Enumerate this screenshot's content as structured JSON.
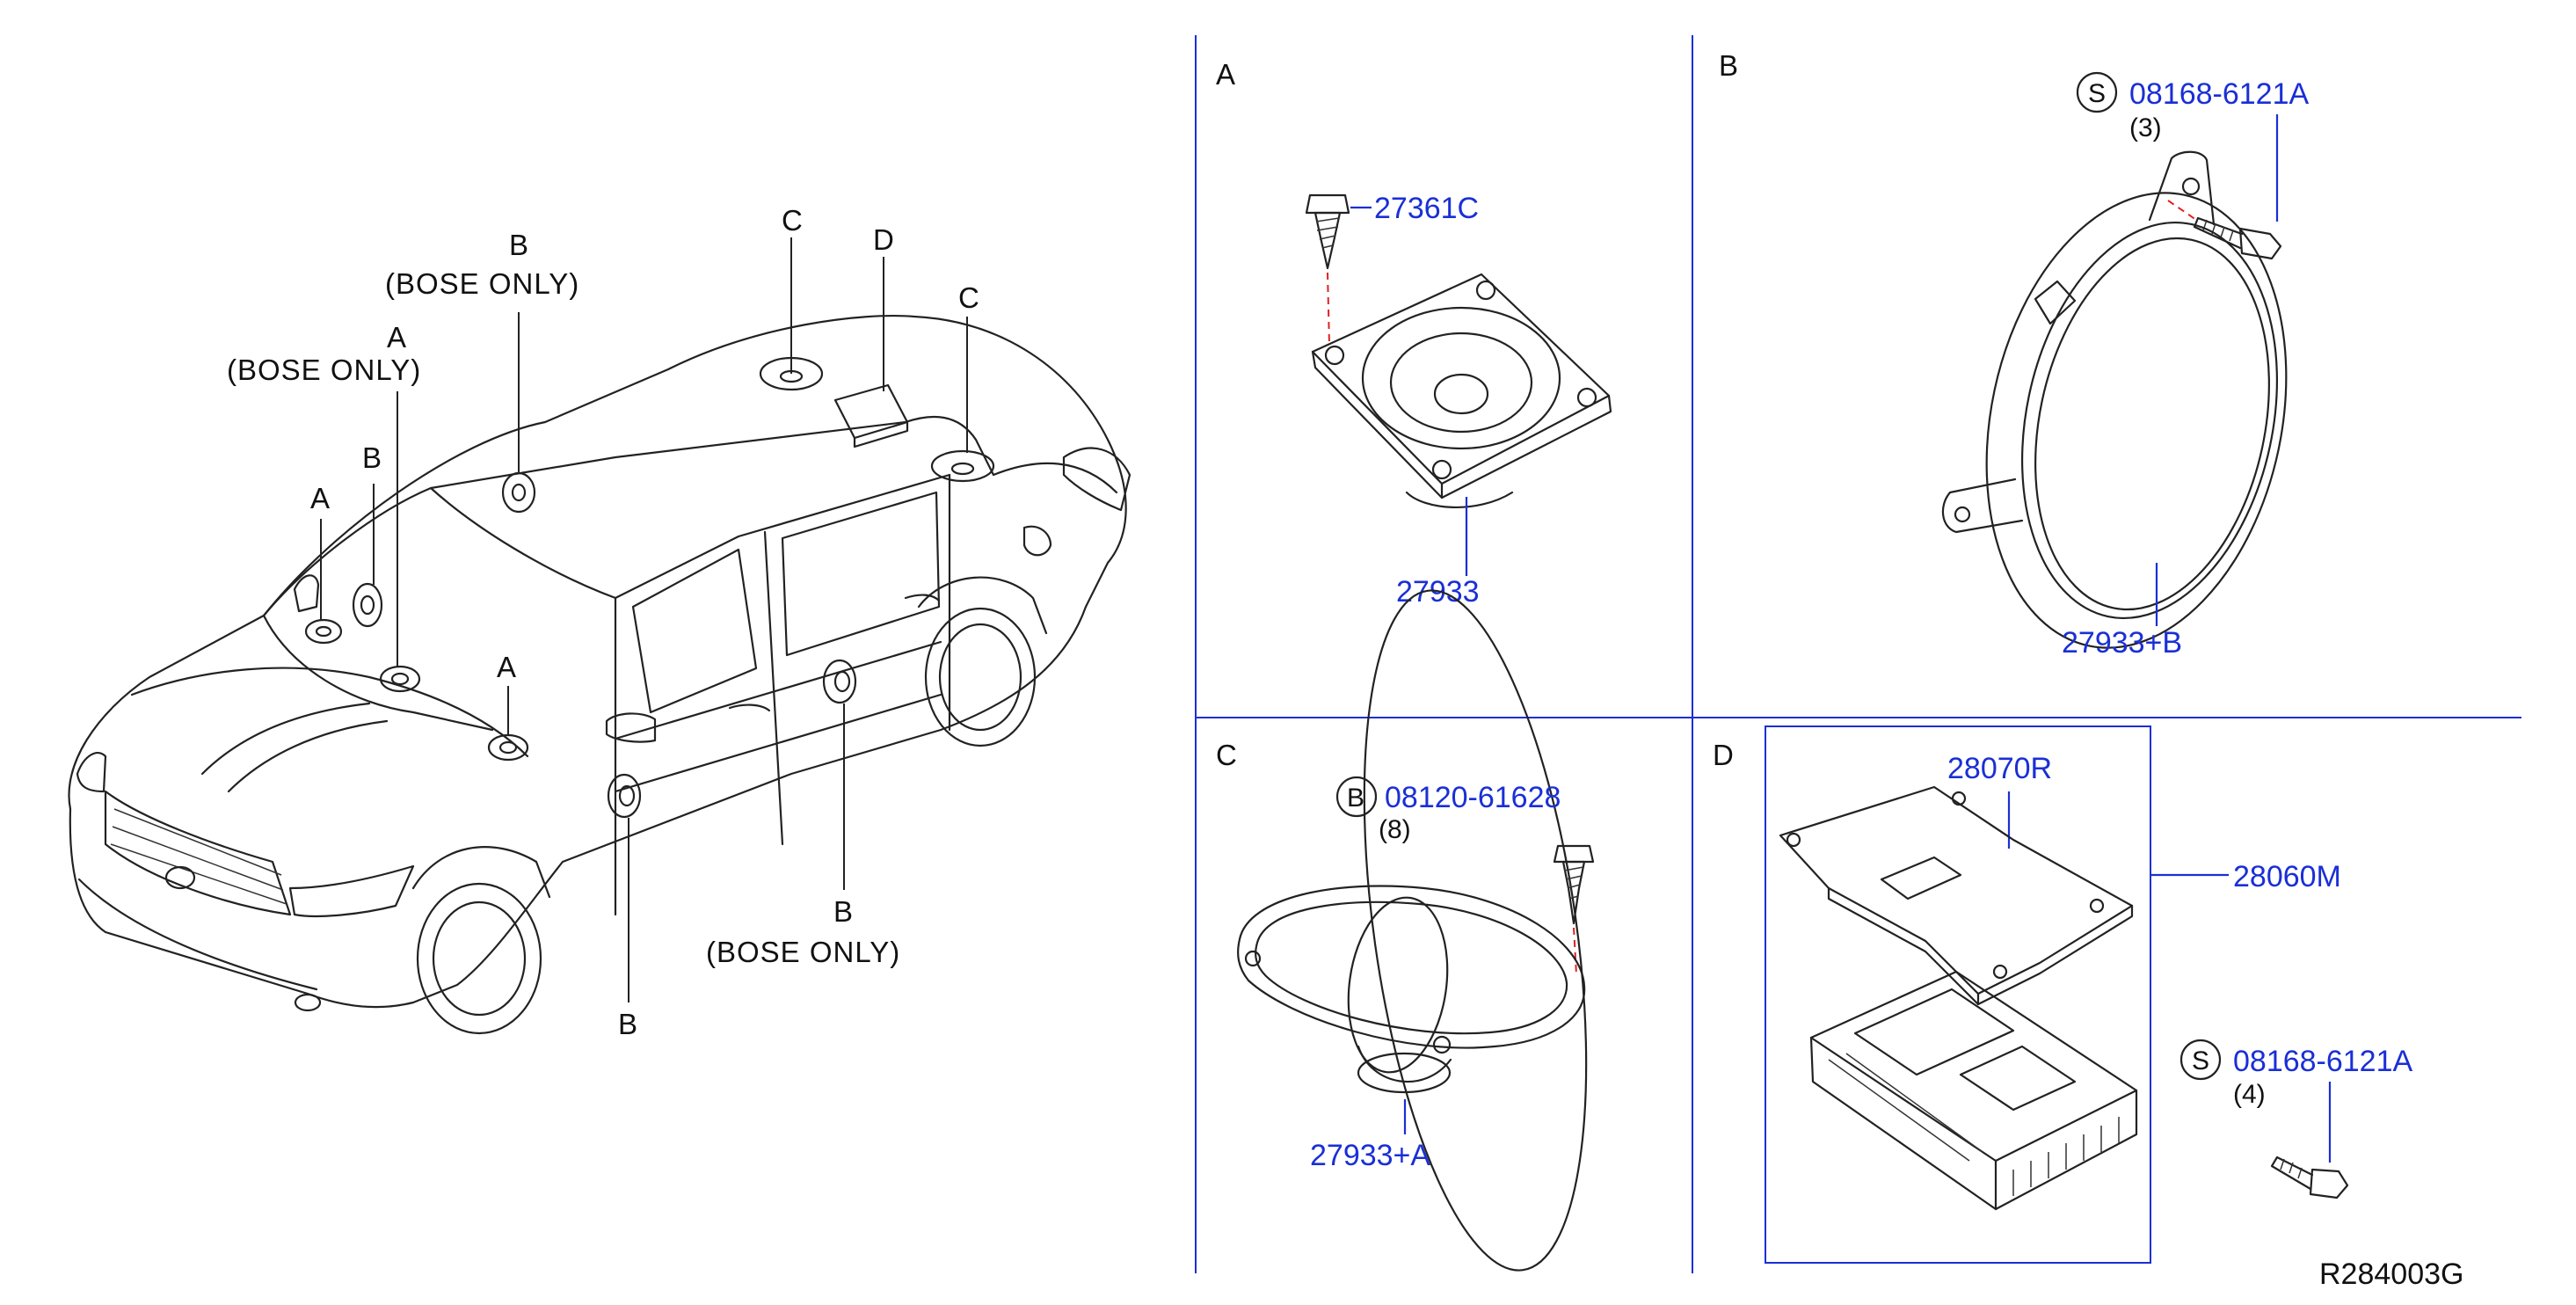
{
  "car_labels": {
    "a_left": "A",
    "b_left": "B",
    "a_bose": "A",
    "bose_only_1": "(BOSE   ONLY)",
    "b_bose_top": "B",
    "bose_only_2": "(BOSE   ONLY)",
    "c_center": "C",
    "d_center": "D",
    "c_right": "C",
    "a_dash": "A",
    "b_door_front": "B",
    "b_door_rear": "B",
    "bose_only_3": "(BOSE   ONLY)"
  },
  "sections": {
    "a": "A",
    "b": "B",
    "c": "C",
    "d": "D"
  },
  "parts": {
    "screw_a": "27361C",
    "speaker_a": "27933",
    "bolt_b": "08168-6121A",
    "bolt_b_qty": "(3)",
    "speaker_b": "27933+B",
    "bolt_c": "08120-61628",
    "bolt_c_qty": "(8)",
    "speaker_c": "27933+A",
    "bracket_d": "28070R",
    "amp_d": "28060M",
    "bolt_d": "08168-6121A",
    "bolt_d_qty": "(4)"
  },
  "symbols": {
    "s_b": "S",
    "b_c": "B",
    "s_d": "S"
  },
  "reference": "R284003G",
  "colors": {
    "part_number": "#1a2fd6",
    "line_art": "#222222",
    "divider": "#1a2fd6",
    "alignment_dash": "#e02020"
  }
}
